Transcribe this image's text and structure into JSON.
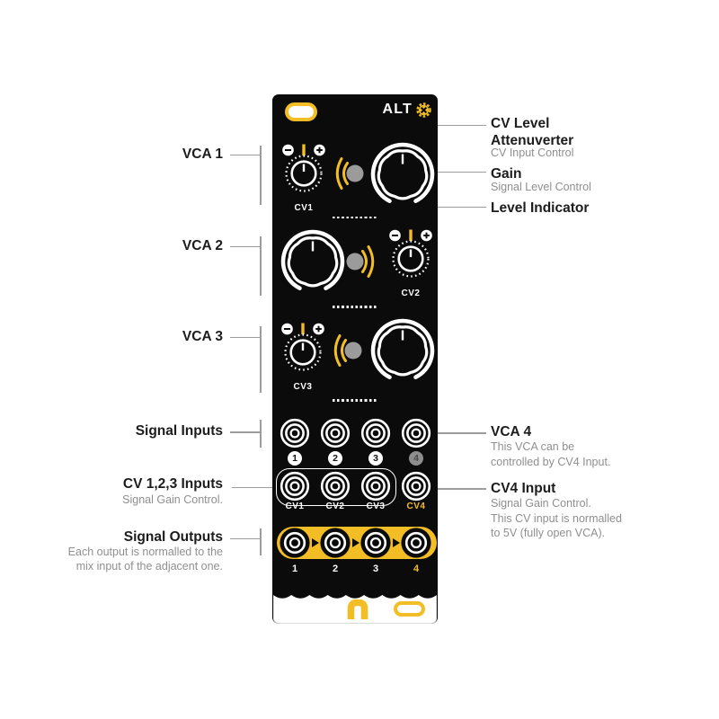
{
  "panel": {
    "brand": "ALT",
    "cv_knob_labels": [
      "CV1",
      "CV2",
      "CV3"
    ],
    "input_numbers": [
      "1",
      "2",
      "3",
      "4"
    ],
    "cv_input_labels": [
      "CV1",
      "CV2",
      "CV3",
      "CV4"
    ],
    "output_numbers": [
      "1",
      "2",
      "3",
      "4"
    ]
  },
  "annotations": {
    "left": [
      {
        "title": "VCA 1",
        "lines": []
      },
      {
        "title": "VCA 2",
        "lines": []
      },
      {
        "title": "VCA 3",
        "lines": []
      },
      {
        "title": "Signal Inputs",
        "lines": []
      },
      {
        "title": "CV 1,2,3 Inputs",
        "lines": [
          "Signal Gain Control."
        ]
      },
      {
        "title": "Signal Outputs",
        "lines": [
          "Each output is normalled to the",
          "mix input of the adjacent one."
        ]
      }
    ],
    "right": [
      {
        "title": "CV Level Attenuverter",
        "lines": [
          "CV Input Control"
        ]
      },
      {
        "title": "Gain",
        "lines": [
          "Signal Level Control"
        ]
      },
      {
        "title": "Level Indicator",
        "lines": []
      },
      {
        "title": "VCA 4",
        "lines": [
          "This VCA can be",
          "controlled by CV4 Input."
        ]
      },
      {
        "title": "CV4 Input",
        "lines": [
          "Signal Gain Control.",
          "This CV input is normalled",
          "to 5V (fully open VCA)."
        ]
      }
    ]
  },
  "colors": {
    "yellow": "#F3BE25",
    "panel_black": "#0B0B0B",
    "led_gray": "#9B9B9B",
    "line_gray": "#9C9C9C",
    "subtext_gray": "#8F8F8F",
    "title_black": "#1C1C1C"
  }
}
